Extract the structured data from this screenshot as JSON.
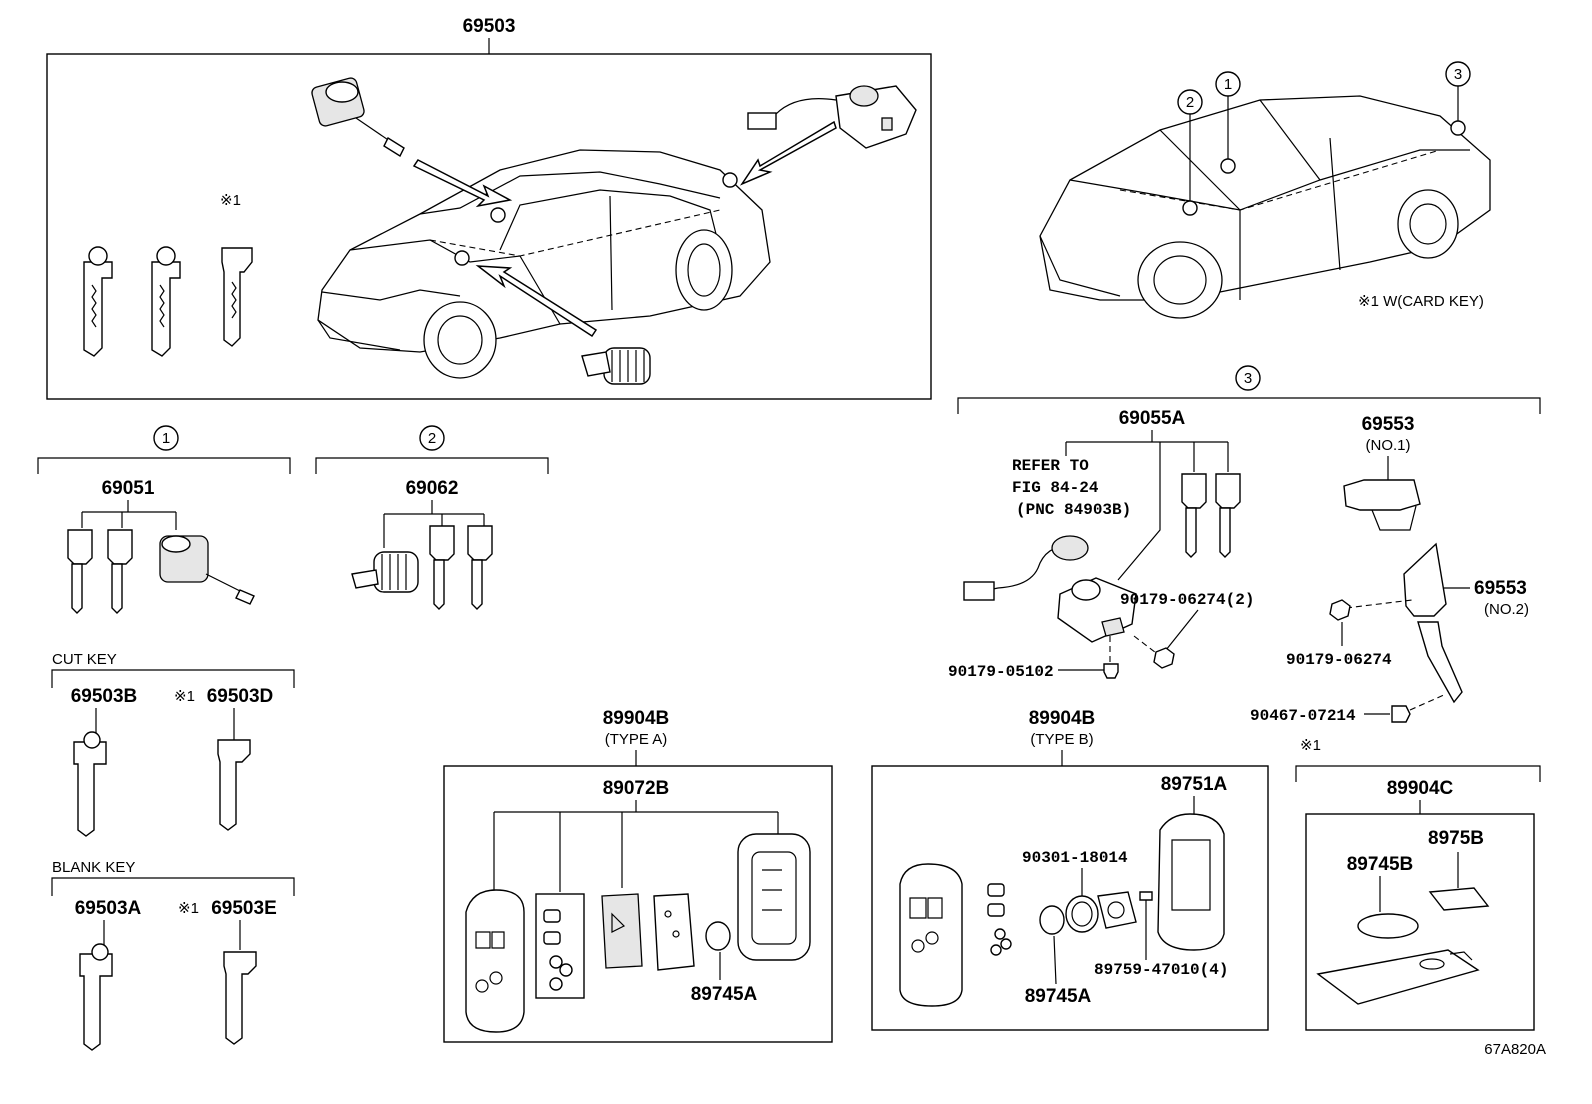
{
  "diagram_id": "67A820A",
  "main_assembly": {
    "part_no": "69503",
    "note_mark": "※1"
  },
  "car_right": {
    "callouts": [
      "1",
      "2",
      "3"
    ],
    "note": "※1 W(CARD KEY)"
  },
  "group1": {
    "callout": "1",
    "part_no": "69051"
  },
  "group2": {
    "callout": "2",
    "part_no": "69062"
  },
  "cut_key": {
    "label": "CUT KEY",
    "part_a": "69503B",
    "mark": "※1",
    "part_b": "69503D"
  },
  "blank_key": {
    "label": "BLANK KEY",
    "part_a": "69503A",
    "mark": "※1",
    "part_b": "69503E"
  },
  "group3": {
    "callout": "3",
    "part_no": "69055A",
    "refer_line1": "REFER TO",
    "refer_line2": "FIG 84-24",
    "refer_line3": "(PNC 84903B)",
    "bolt_a": "90179-06274(2)",
    "bolt_b": "90179-05102",
    "bracket1": "69553",
    "bracket1_sub": "(NO.1)",
    "bracket2": "69553",
    "bracket2_sub": "(NO.2)",
    "nut": "90179-06274",
    "screw": "90467-07214"
  },
  "type_a": {
    "part_no": "89904B",
    "sub": "(TYPE A)",
    "inner": "89072B",
    "battery": "89745A"
  },
  "type_b": {
    "part_no": "89904B",
    "sub": "(TYPE B)",
    "case": "89751A",
    "oring": "90301-18014",
    "battery": "89745A",
    "screws": "89759-47010(4)"
  },
  "card": {
    "mark": "※1",
    "part_no": "89904C",
    "battery": "89745B",
    "plate": "8975B"
  }
}
